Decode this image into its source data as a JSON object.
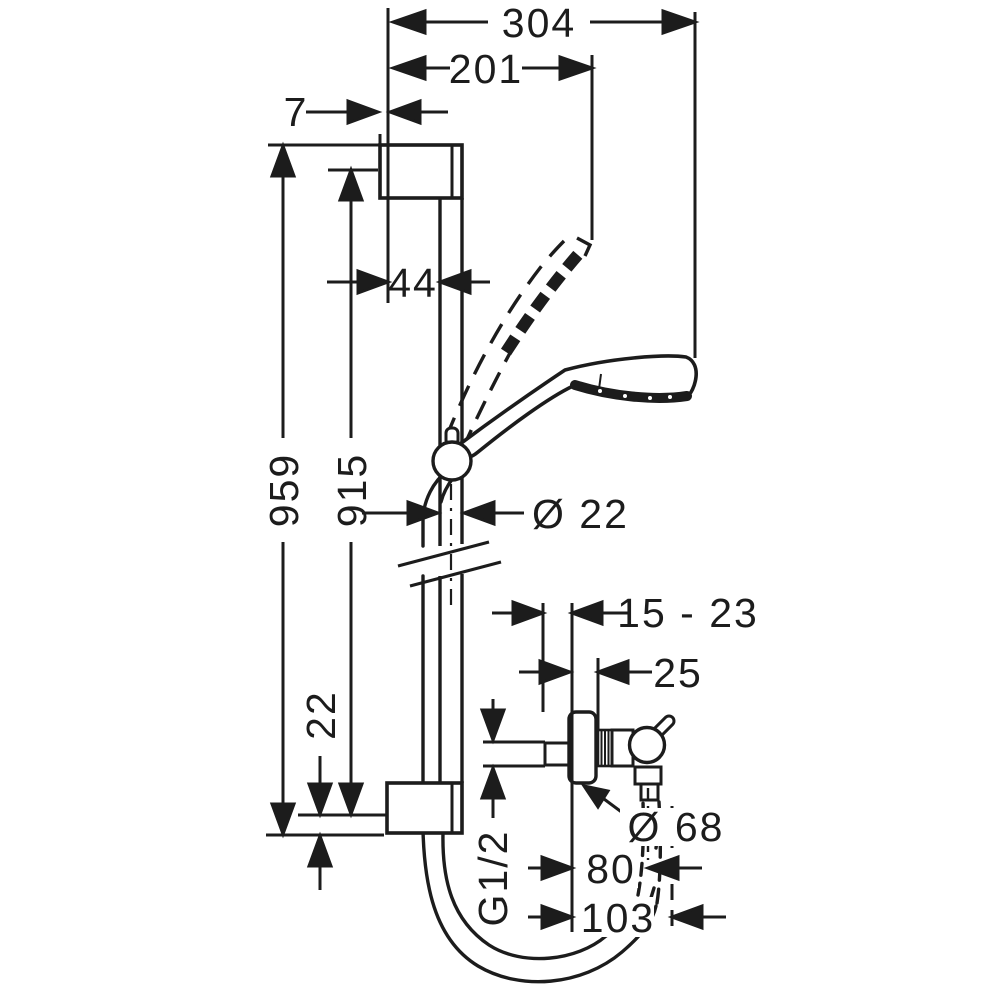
{
  "drawing": {
    "type": "technical-dimension-drawing",
    "subject": "shower-rail-set-with-hand-shower-valve-and-hose",
    "units": "mm",
    "colors": {
      "ink": "#1c1c1c",
      "paper": "#ffffff"
    }
  },
  "labels": {
    "overall_width": "304",
    "width_to_raised_head": "201",
    "bracket_offset": "7",
    "bar_offset": "44",
    "overall_height": "959",
    "bar_length": "915",
    "bar_diameter": "Ø 22",
    "adjust_depth": "15 - 23",
    "escutcheon_depth": "25",
    "bracket_end": "22",
    "escutcheon_diameter": "Ø 68",
    "thread": "G1/2",
    "hose_center_offset": "80",
    "hose_outer_offset": "103"
  }
}
